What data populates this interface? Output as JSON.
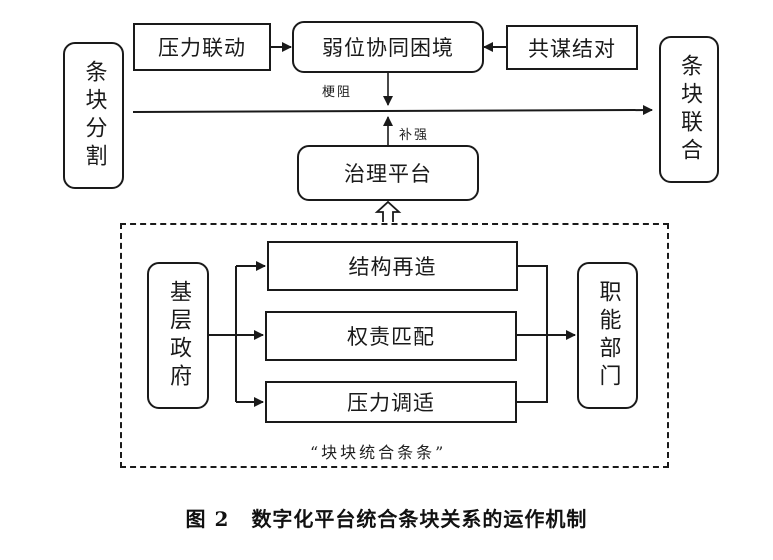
{
  "diagram": {
    "top": {
      "left_state": "条块分割",
      "right_state": "条块联合",
      "pressure_linkage": "压力联动",
      "dilemma": "弱位协同困境",
      "collusion_pairing": "共谋结对",
      "obstruct_label": "梗阻",
      "reinforce_label": "补强",
      "platform": "治理平台"
    },
    "mechanism": {
      "source": "基层政府",
      "target": "职能部门",
      "processes": [
        "结构再造",
        "权责匹配",
        "压力调适"
      ],
      "group_label": "“块块统合条条”"
    },
    "caption": {
      "figure_number": "图 2",
      "title": "数字化平台统合条块关系的运作机制"
    }
  }
}
